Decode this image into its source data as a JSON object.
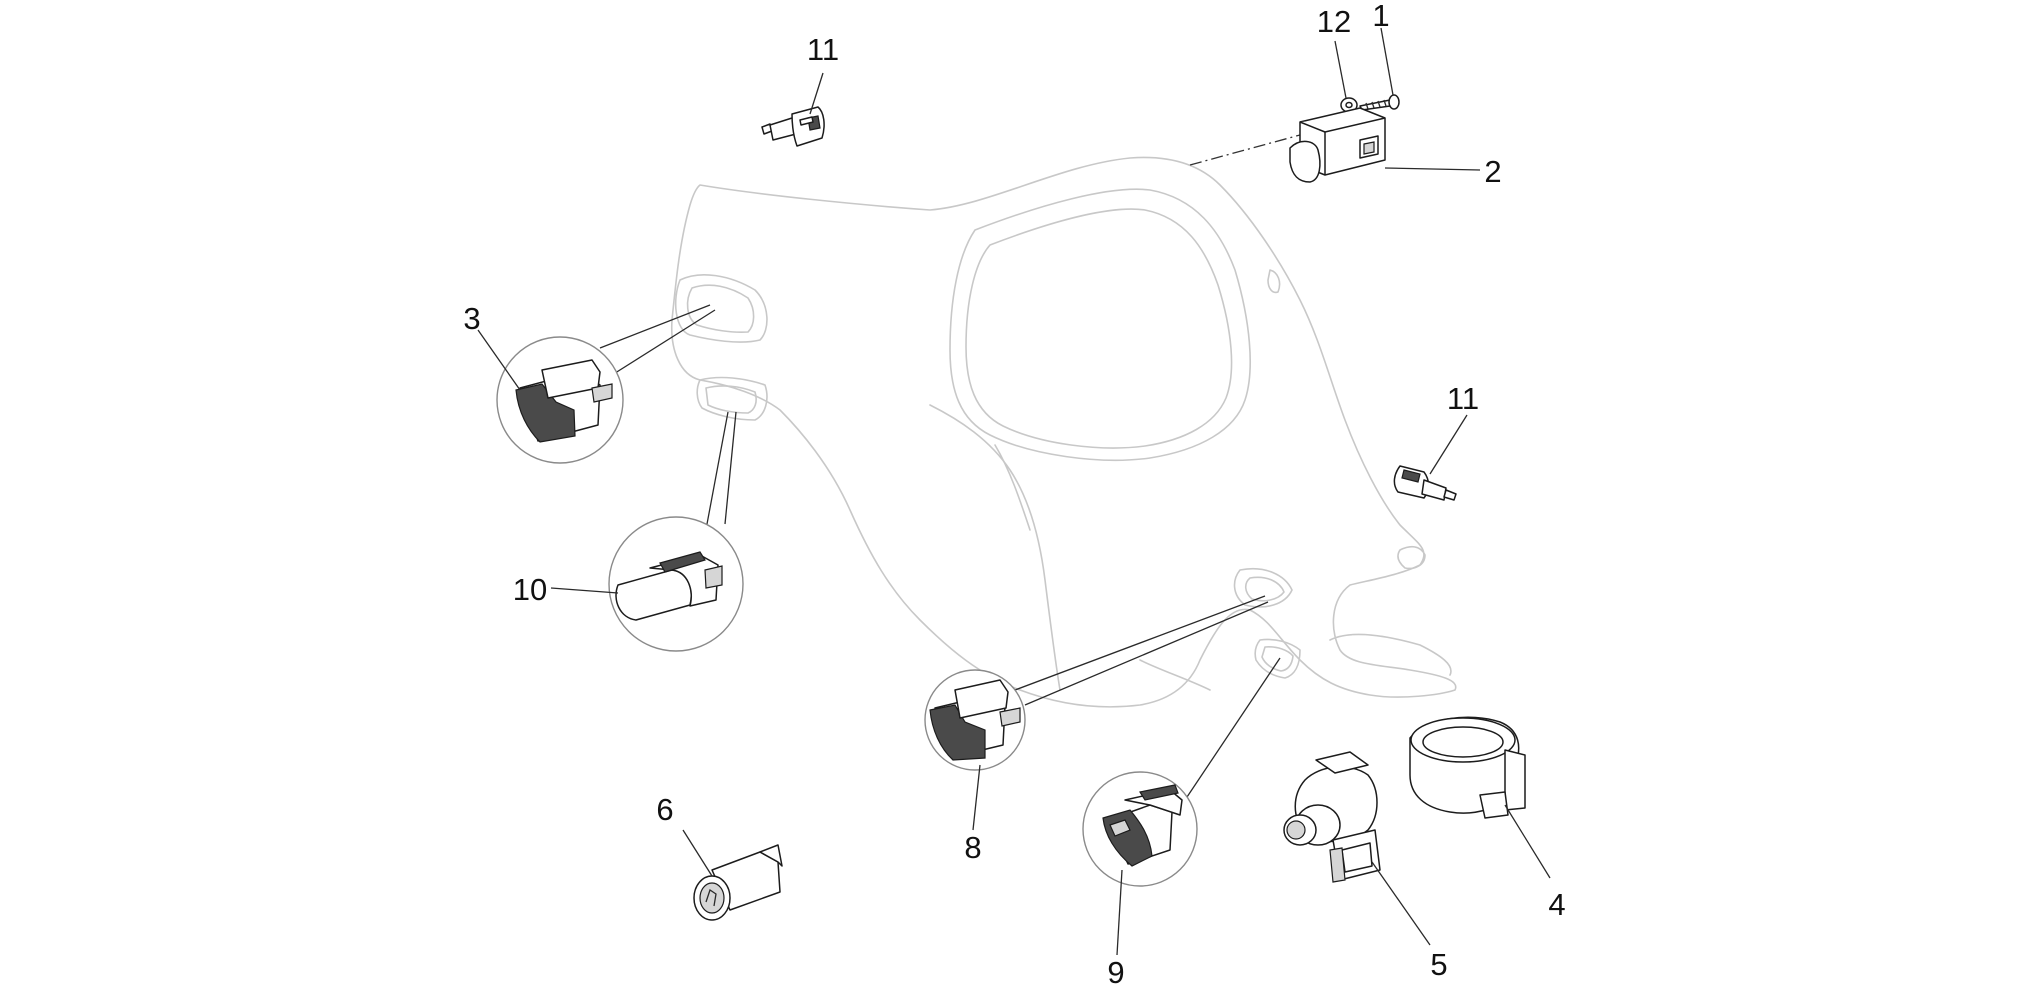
{
  "callouts": {
    "c1": "1",
    "c2": "2",
    "c3": "3",
    "c4": "4",
    "c5": "5",
    "c6": "6",
    "c8": "8",
    "c9": "9",
    "c10": "10",
    "c11_top": "11",
    "c11_right": "11",
    "c12": "12"
  }
}
